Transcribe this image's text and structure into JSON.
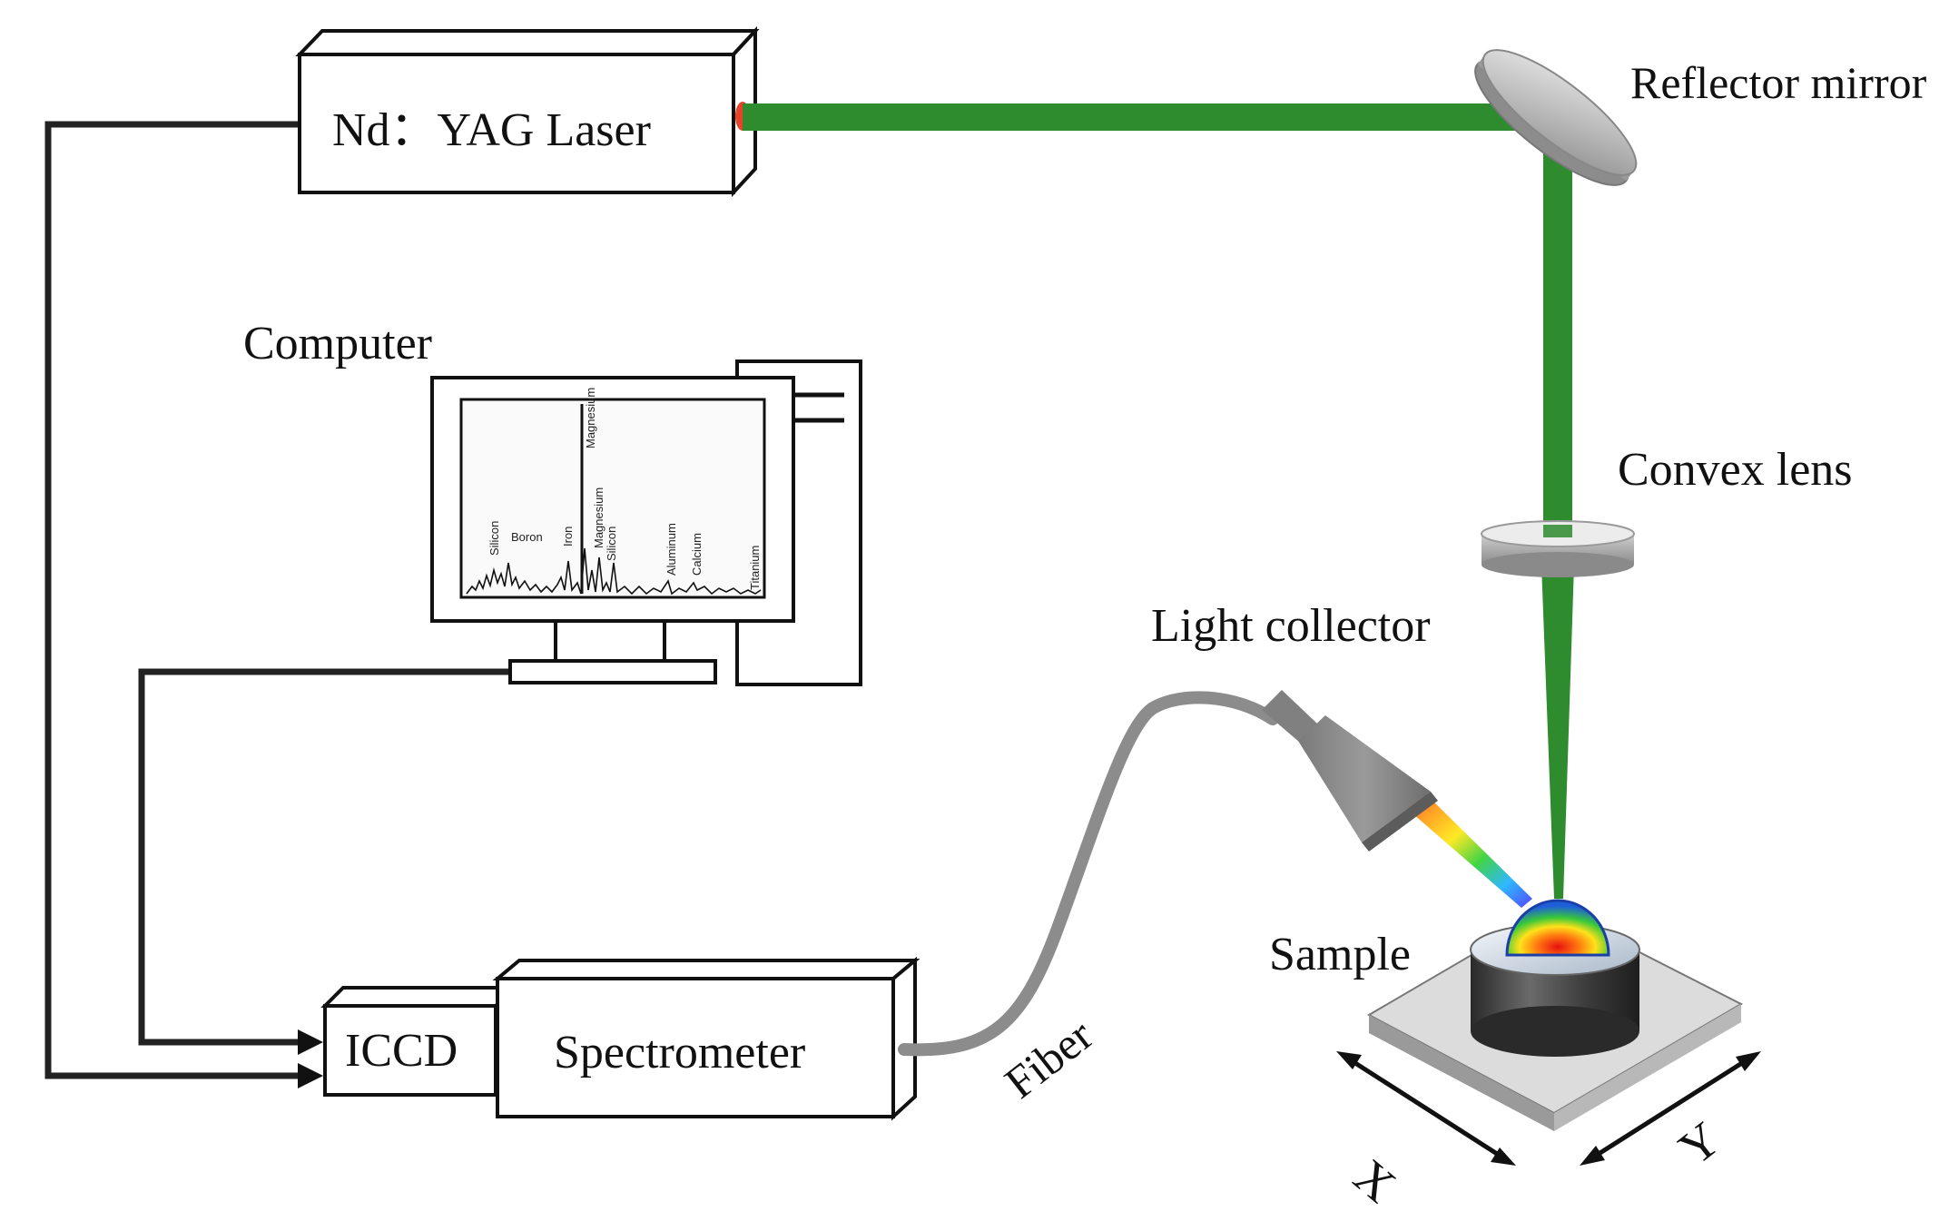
{
  "labels": {
    "laser": "Nd：YAG Laser",
    "reflector": "Reflector mirror",
    "convex_lens": "Convex lens",
    "computer": "Computer",
    "light_collector": "Light collector",
    "sample": "Sample",
    "iccd": "ICCD",
    "spectrometer": "Spectrometer",
    "fiber": "Fiber",
    "axis_x": "X",
    "axis_y": "Y"
  },
  "screen_spectrum": {
    "peak_labels": [
      "Silicon",
      "Boron",
      "Iron",
      "Magnesium",
      "Magnesium",
      "Silicon",
      "Aluminum",
      "Calcium",
      "Titanium"
    ]
  },
  "colors": {
    "beam": "#2e8b2e",
    "laser_aperture": "#e8432a",
    "wire": "#222222"
  }
}
